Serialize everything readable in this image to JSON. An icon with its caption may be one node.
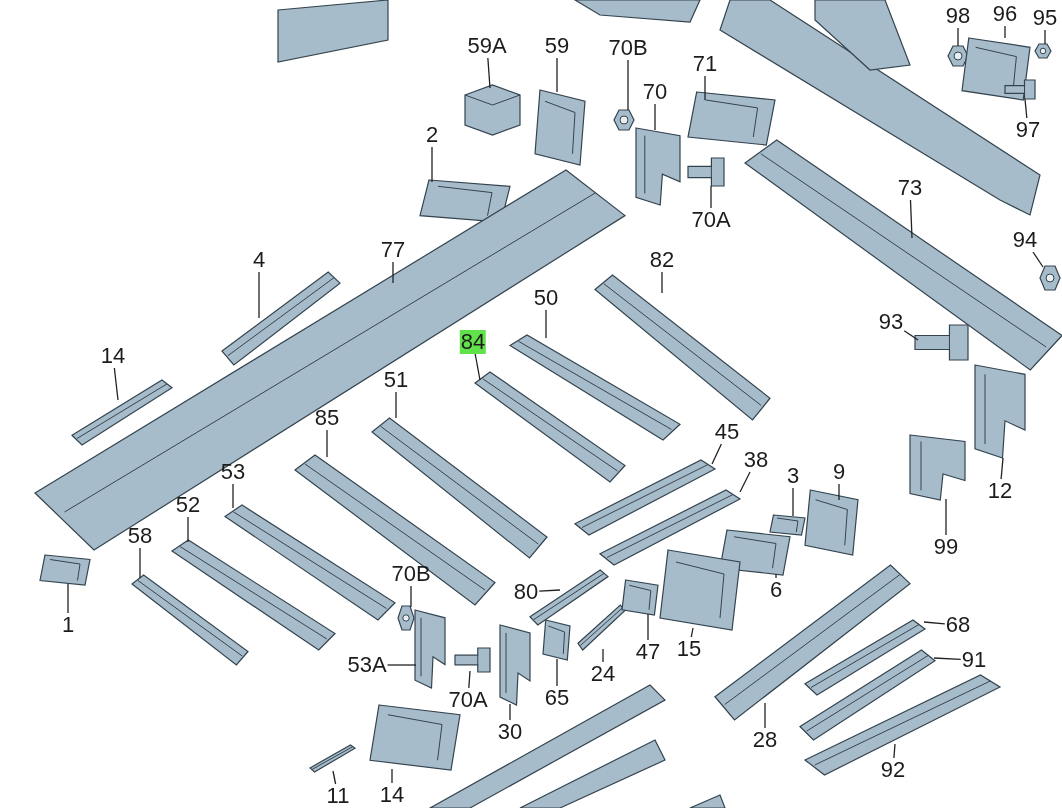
{
  "diagram": {
    "nodes": [
      {
        "text": [
          "59A"
        ]
      },
      {
        "text": [],
        "shape": "picture"
      },
      {
        "text": [
          "59"
        ]
      },
      {
        "text": [],
        "shape": "picture"
      },
      {
        "text": [
          "70B"
        ]
      },
      {
        "text": [],
        "shape": "picture"
      },
      {
        "text": [
          "70"
        ]
      },
      {
        "text": [],
        "shape": "picture"
      },
      {
        "text": [
          "71"
        ]
      },
      {
        "text": [],
        "shape": "picture"
      },
      {
        "text": [
          "70A"
        ]
      },
      {
        "text": [],
        "shape": "picture"
      },
      {
        "text": [
          "98"
        ]
      },
      {
        "text": [],
        "shape": "picture"
      },
      {
        "text": [
          "96"
        ]
      },
      {
        "text": [],
        "shape": "picture"
      },
      {
        "text": [
          "95"
        ]
      },
      {
        "text": [],
        "shape": "picture"
      },
      {
        "text": [
          "97"
        ]
      },
      {
        "text": [],
        "shape": "picture"
      },
      {
        "text": [
          "2"
        ]
      },
      {
        "text": [],
        "shape": "picture"
      },
      {
        "text": [
          "73"
        ]
      },
      {
        "text": [],
        "shape": "picture"
      },
      {
        "text": [
          "94"
        ]
      },
      {
        "text": [],
        "shape": "picture"
      },
      {
        "text": [
          "4"
        ]
      },
      {
        "text": [],
        "shape": "picture"
      },
      {
        "text": [
          "77"
        ]
      },
      {
        "text": [],
        "shape": "picture"
      },
      {
        "text": [
          "82"
        ]
      },
      {
        "text": [],
        "shape": "picture"
      },
      {
        "text": [
          "14"
        ]
      },
      {
        "text": [],
        "shape": "picture"
      },
      {
        "text": [
          "50"
        ]
      },
      {
        "text": [],
        "shape": "picture"
      },
      {
        "text": [
          "93"
        ]
      },
      {
        "text": [],
        "shape": "picture"
      },
      {
        "text": [
          "84"
        ]
      },
      {
        "text": [],
        "shape": "picture"
      },
      {
        "text": [
          "51"
        ]
      },
      {
        "text": [],
        "shape": "picture"
      },
      {
        "text": [
          "12"
        ]
      },
      {
        "text": [],
        "shape": "picture"
      },
      {
        "text": [
          "85"
        ]
      },
      {
        "text": [],
        "shape": "picture"
      },
      {
        "text": [
          "45"
        ]
      },
      {
        "text": [],
        "shape": "picture"
      },
      {
        "text": [
          "38"
        ]
      },
      {
        "text": [],
        "shape": "picture"
      },
      {
        "text": [
          "3"
        ]
      },
      {
        "text": [],
        "shape": "picture"
      },
      {
        "text": [
          "9"
        ]
      },
      {
        "text": [],
        "shape": "picture"
      },
      {
        "text": [
          "99"
        ]
      },
      {
        "text": [],
        "shape": "picture"
      },
      {
        "text": [
          "53"
        ]
      },
      {
        "text": [],
        "shape": "picture"
      },
      {
        "text": [
          "52"
        ]
      },
      {
        "text": [],
        "shape": "picture"
      },
      {
        "text": [
          "58"
        ]
      },
      {
        "text": [],
        "shape": "picture"
      },
      {
        "text": [
          "1"
        ]
      },
      {
        "text": [],
        "shape": "picture"
      },
      {
        "text": [
          "6"
        ]
      },
      {
        "text": [],
        "shape": "picture"
      },
      {
        "text": [
          "80"
        ]
      },
      {
        "text": [],
        "shape": "picture"
      },
      {
        "text": [
          "70B"
        ]
      },
      {
        "text": [],
        "shape": "picture"
      },
      {
        "text": [
          "24"
        ]
      },
      {
        "text": [],
        "shape": "picture"
      },
      {
        "text": [
          "47"
        ]
      },
      {
        "text": [],
        "shape": "picture"
      },
      {
        "text": [
          "15"
        ]
      },
      {
        "text": [],
        "shape": "picture"
      },
      {
        "text": [
          "68"
        ]
      },
      {
        "text": [],
        "shape": "picture"
      },
      {
        "text": [
          "91"
        ]
      },
      {
        "text": [],
        "shape": "picture"
      },
      {
        "text": [
          "28"
        ]
      },
      {
        "text": [],
        "shape": "picture"
      },
      {
        "text": [
          "92"
        ]
      },
      {
        "text": [],
        "shape": "picture"
      },
      {
        "text": [
          "53A"
        ]
      },
      {
        "text": [],
        "shape": "picture"
      },
      {
        "text": [
          "70A"
        ]
      },
      {
        "text": [],
        "shape": "picture"
      },
      {
        "text": [
          "30"
        ]
      },
      {
        "text": [],
        "shape": "picture"
      },
      {
        "text": [
          "65"
        ]
      },
      {
        "text": [],
        "shape": "picture"
      },
      {
        "text": [
          "14"
        ]
      },
      {
        "text": [],
        "shape": "picture"
      },
      {
        "text": [
          "11"
        ]
      },
      {
        "text": [],
        "shape": "picture"
      }
    ],
    "edges": [
      {
        "from": 0,
        "to": 1,
        "arrow": "none"
      },
      {
        "from": 2,
        "to": 3,
        "arrow": "none"
      },
      {
        "from": 4,
        "to": 5,
        "arrow": "none"
      },
      {
        "from": 6,
        "to": 7,
        "arrow": "none"
      },
      {
        "from": 8,
        "to": 9,
        "arrow": "none"
      },
      {
        "from": 10,
        "to": 11,
        "arrow": "none"
      },
      {
        "from": 12,
        "to": 13,
        "arrow": "none"
      },
      {
        "from": 14,
        "to": 15,
        "arrow": "none"
      },
      {
        "from": 16,
        "to": 17,
        "arrow": "none"
      },
      {
        "from": 18,
        "to": 19,
        "arrow": "none"
      },
      {
        "from": 20,
        "to": 21,
        "arrow": "none"
      },
      {
        "from": 22,
        "to": 23,
        "arrow": "none"
      },
      {
        "from": 24,
        "to": 25,
        "arrow": "none"
      },
      {
        "from": 26,
        "to": 27,
        "arrow": "none"
      },
      {
        "from": 28,
        "to": 29,
        "arrow": "none"
      },
      {
        "from": 30,
        "to": 31,
        "arrow": "none"
      },
      {
        "from": 32,
        "to": 33,
        "arrow": "none"
      },
      {
        "from": 34,
        "to": 35,
        "arrow": "none"
      },
      {
        "from": 36,
        "to": 37,
        "arrow": "none"
      },
      {
        "from": 38,
        "to": 39,
        "arrow": "none"
      },
      {
        "from": 40,
        "to": 41,
        "arrow": "none"
      },
      {
        "from": 42,
        "to": 43,
        "arrow": "none"
      },
      {
        "from": 44,
        "to": 45,
        "arrow": "none"
      },
      {
        "from": 46,
        "to": 47,
        "arrow": "none"
      },
      {
        "from": 48,
        "to": 49,
        "arrow": "none"
      },
      {
        "from": 50,
        "to": 51,
        "arrow": "none"
      },
      {
        "from": 52,
        "to": 53,
        "arrow": "none"
      },
      {
        "from": 54,
        "to": 55,
        "arrow": "none"
      },
      {
        "from": 56,
        "to": 57,
        "arrow": "none"
      },
      {
        "from": 58,
        "to": 59,
        "arrow": "none"
      },
      {
        "from": 60,
        "to": 61,
        "arrow": "none"
      },
      {
        "from": 62,
        "to": 63,
        "arrow": "none"
      },
      {
        "from": 64,
        "to": 65,
        "arrow": "none"
      },
      {
        "from": 66,
        "to": 67,
        "arrow": "none"
      },
      {
        "from": 68,
        "to": 69,
        "arrow": "none"
      },
      {
        "from": 70,
        "to": 71,
        "arrow": "none"
      },
      {
        "from": 72,
        "to": 73,
        "arrow": "none"
      },
      {
        "from": 74,
        "to": 75,
        "arrow": "none"
      },
      {
        "from": 76,
        "to": 77,
        "arrow": "none"
      },
      {
        "from": 78,
        "to": 79,
        "arrow": "none"
      },
      {
        "from": 80,
        "to": 81,
        "arrow": "none"
      },
      {
        "from": 82,
        "to": 83,
        "arrow": "none"
      },
      {
        "from": 84,
        "to": 85,
        "arrow": "none"
      },
      {
        "from": 86,
        "to": 87,
        "arrow": "none"
      },
      {
        "from": 88,
        "to": 89,
        "arrow": "none"
      },
      {
        "from": 90,
        "to": 91,
        "arrow": "none"
      },
      {
        "from": 92,
        "to": 93,
        "arrow": "none"
      },
      {
        "from": 94,
        "to": 95,
        "arrow": "none"
      }
    ]
  }
}
